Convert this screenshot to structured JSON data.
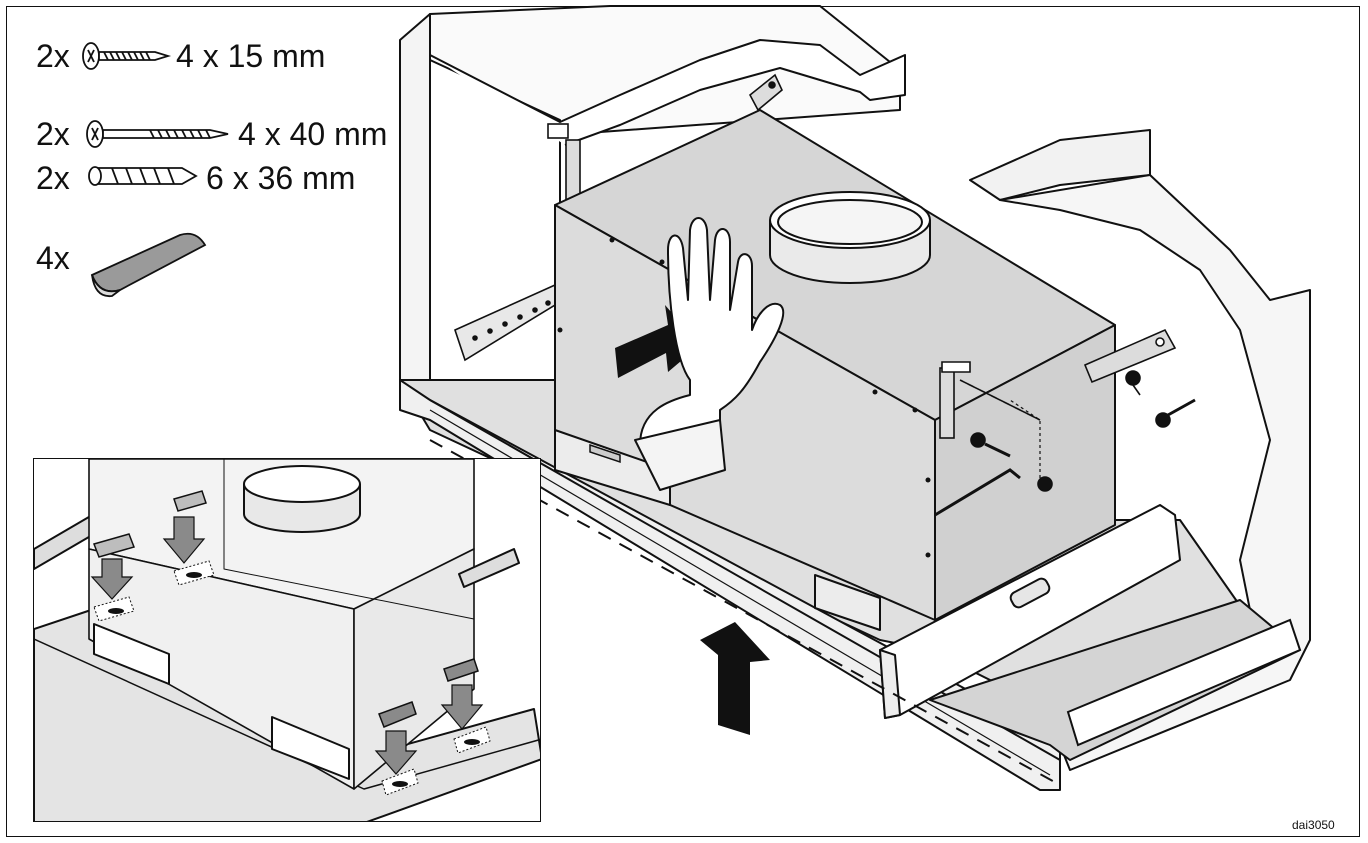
{
  "parts": {
    "screw_small": {
      "qty": "2x",
      "size": "4 x 15 mm"
    },
    "screw_long": {
      "qty": "2x",
      "size": "4 x 40 mm"
    },
    "wall_plug": {
      "qty": "2x",
      "size": "6 x 36 mm"
    },
    "adhesive_pad": {
      "qty": "4x"
    }
  },
  "figure_id": "dai3050",
  "colors": {
    "line": "#111111",
    "panel_grey": "#d9d9d9",
    "light_grey": "#ececec",
    "mid_grey": "#bdbdbd",
    "arrow": "#111111"
  }
}
